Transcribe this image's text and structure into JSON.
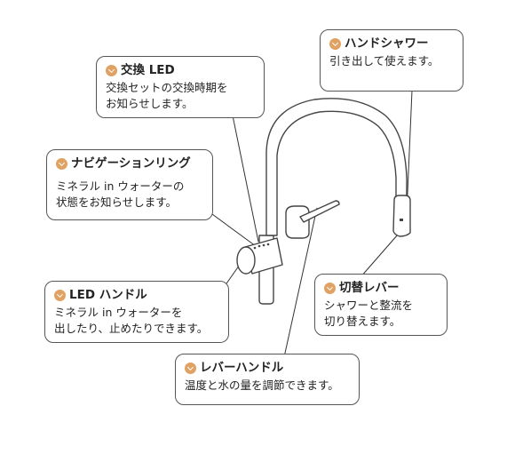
{
  "callouts": {
    "hand_shower": {
      "title": "ハンドシャワー",
      "desc": "引き出して使えます。"
    },
    "exchange_led": {
      "title": "交換 LED",
      "desc": "交換セットの交換時期を\nお知らせします。"
    },
    "navigation_ring": {
      "title": "ナビゲーションリング",
      "desc": "ミネラル in ウォーターの\n状態をお知らせします。"
    },
    "led_handle": {
      "title": "LED ハンドル",
      "desc": "ミネラル in ウォーターを\n出したり、止めたりできます。"
    },
    "switch_lever": {
      "title": "切替レバー",
      "desc": "シャワーと整流を\n切り替えます。"
    },
    "lever_handle": {
      "title": "レバーハンドル",
      "desc": "温度と水の量を調節できます。"
    }
  },
  "colors": {
    "accent": "#e0a262",
    "outline": "#444444"
  },
  "icons": {
    "bullet": "chevron-down-icon"
  }
}
